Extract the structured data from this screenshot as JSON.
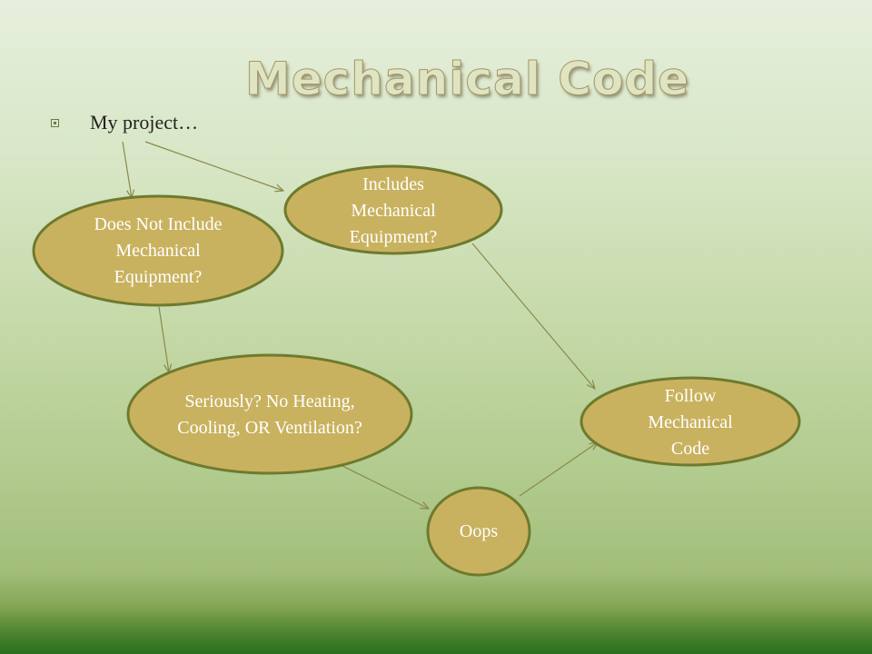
{
  "slide": {
    "title": "Mechanical Code",
    "bullet": "My project…"
  },
  "colors": {
    "node_fill": "#c9b25f",
    "node_stroke": "#6e7a2e",
    "arrow": "#8a8a4a"
  },
  "diagram": {
    "nodes": [
      {
        "id": "does-not-include",
        "label": "Does Not Include Mechanical Equipment?"
      },
      {
        "id": "includes",
        "label": "Includes Mechanical Equipment?"
      },
      {
        "id": "seriously",
        "label": "Seriously? No Heating, Cooling, OR Ventilation?"
      },
      {
        "id": "follow",
        "label": "Follow Mechanical Code"
      },
      {
        "id": "oops",
        "label": "Oops"
      }
    ],
    "edges": [
      {
        "from": "my-project",
        "to": "does-not-include"
      },
      {
        "from": "my-project",
        "to": "includes"
      },
      {
        "from": "does-not-include",
        "to": "seriously"
      },
      {
        "from": "seriously",
        "to": "oops"
      },
      {
        "from": "oops",
        "to": "follow"
      },
      {
        "from": "includes",
        "to": "follow"
      }
    ]
  }
}
